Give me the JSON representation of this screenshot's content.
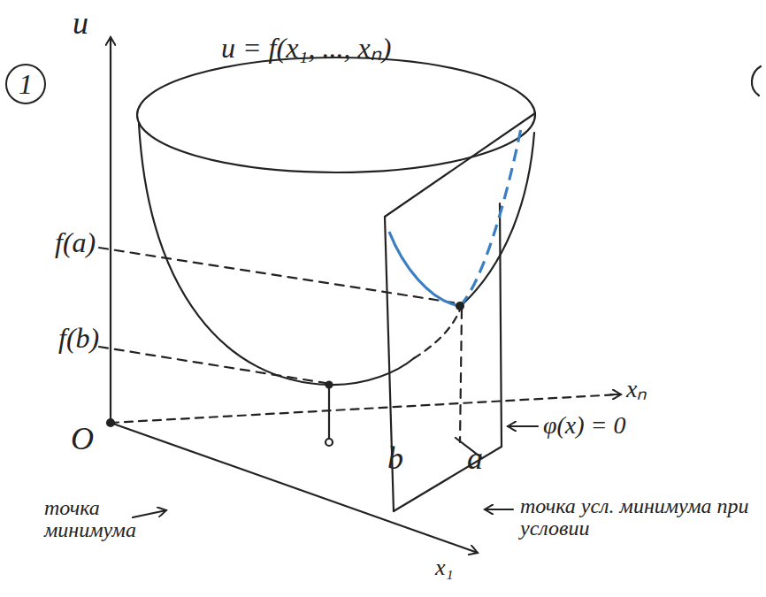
{
  "diagram": {
    "nodes": [
      {
        "text": [
          "1"
        ]
      }
    ],
    "labels": [
      "u",
      "u = f(x₁, ..., xₙ)",
      "f(a)",
      "f(b)",
      "O",
      "xₙ",
      "φ(x) = 0",
      "b",
      "a",
      "точка минимума",
      "точка усл. минимума при условии",
      "x₁"
    ]
  }
}
